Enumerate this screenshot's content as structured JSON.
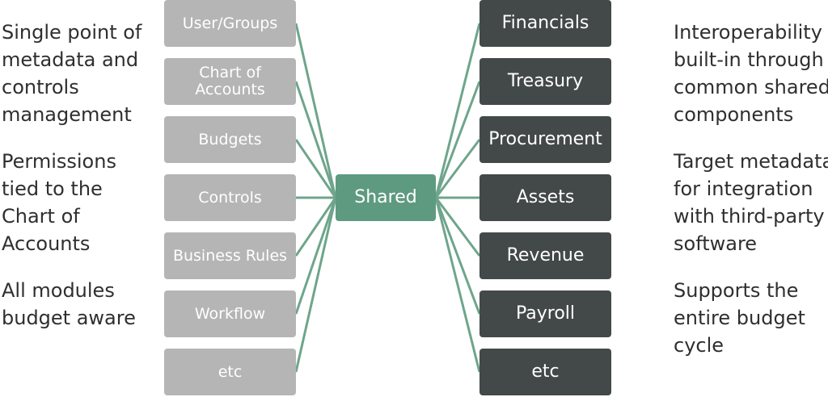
{
  "left_notes": [
    [
      "Single point of",
      "metadata and",
      "controls",
      "management"
    ],
    [
      "Permissions",
      "tied to the",
      "Chart of",
      "Accounts"
    ],
    [
      "All modules",
      "budget aware"
    ]
  ],
  "left_boxes": [
    [
      "User/Groups"
    ],
    [
      "Chart of",
      "Accounts"
    ],
    [
      "Budgets"
    ],
    [
      "Controls"
    ],
    [
      "Business Rules"
    ],
    [
      "Workflow"
    ],
    [
      "etc"
    ]
  ],
  "center": "Shared",
  "right_boxes": [
    "Financials",
    "Treasury",
    "Procurement",
    "Assets",
    "Revenue",
    "Payroll",
    "etc"
  ],
  "right_notes": [
    [
      "Interoperability",
      "built-in through",
      "common shared",
      "components"
    ],
    [
      "Target metadata",
      "for integration",
      "with third-party",
      "software"
    ],
    [
      "Supports the",
      "entire budget",
      "cycle"
    ]
  ],
  "colors": {
    "left_box": "#b5b5b5",
    "right_box": "#434948",
    "center_box": "#5e9a80",
    "connector": "#6ea58b"
  }
}
